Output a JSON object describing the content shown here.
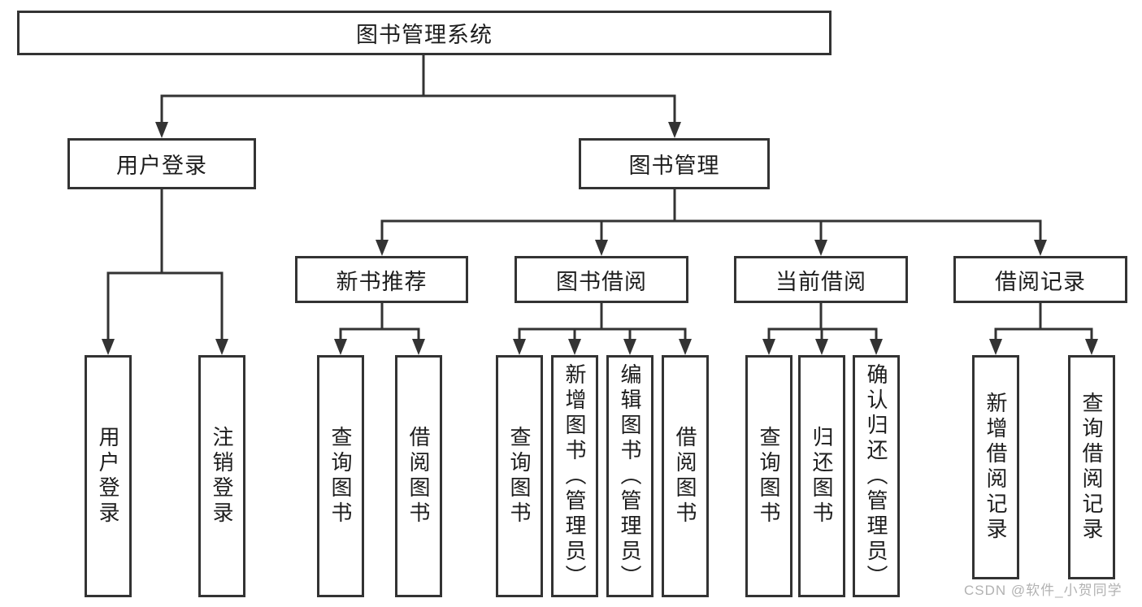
{
  "diagram": {
    "kind": "functional-structure-tree"
  },
  "tree": {
    "root": "图书管理系统",
    "children": [
      {
        "label": "用户登录",
        "children": [
          "用户登录",
          "注销登录"
        ]
      },
      {
        "label": "图书管理",
        "children": [
          {
            "label": "新书推荐",
            "children": [
              "查询图书",
              "借阅图书"
            ]
          },
          {
            "label": "图书借阅",
            "children": [
              "查询图书",
              "新增图书（管理员）",
              "编辑图书（管理员）",
              "借阅图书"
            ]
          },
          {
            "label": "当前借阅",
            "children": [
              "查询图书",
              "归还图书",
              "确认归还（管理员）"
            ]
          },
          {
            "label": "借阅记录",
            "children": [
              "新增借阅记录",
              "查询借阅记录"
            ]
          }
        ]
      }
    ]
  },
  "watermark": "CSDN @软件_小贺同学",
  "colors": {
    "line": "#333333",
    "box_border": "#333333",
    "box_fill": "#ffffff",
    "text": "#1d1d1d",
    "watermark": "#b2b2b2",
    "background": "#ffffff"
  }
}
